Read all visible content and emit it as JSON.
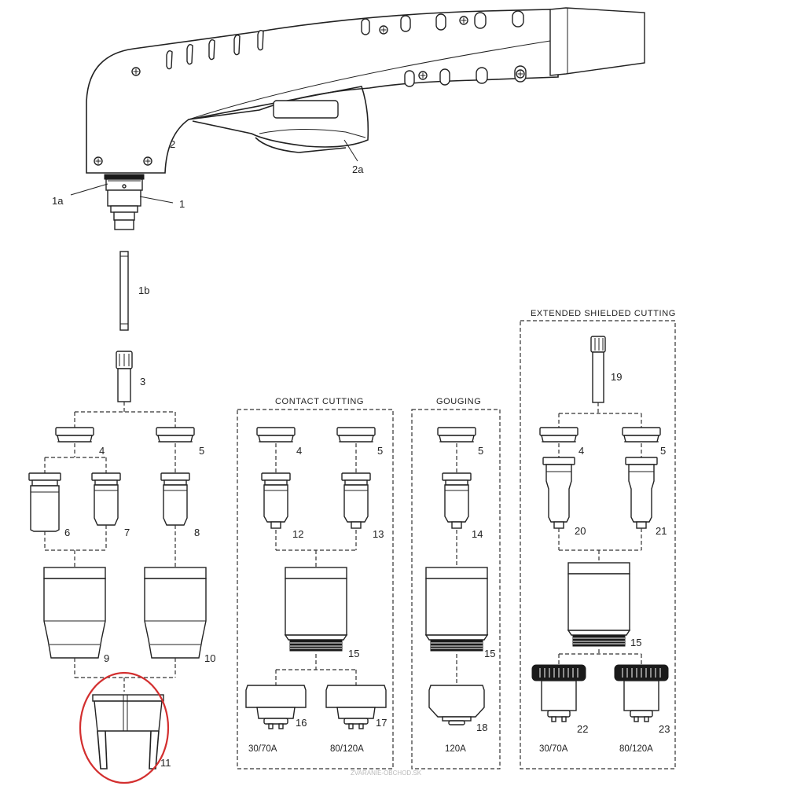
{
  "sections": {
    "contact": "CONTACT CUTTING",
    "gouging": "GOUGING",
    "extended": "EXTENDED SHIELDED CUTTING"
  },
  "labels": {
    "p1": "1",
    "p1a": "1a",
    "p1b": "1b",
    "p2": "2",
    "p2a": "2a",
    "p3": "3",
    "p4": "4",
    "p5": "5",
    "p6": "6",
    "p7": "7",
    "p8": "8",
    "p9": "9",
    "p10": "10",
    "p11": "11",
    "c4": "4",
    "c5": "5",
    "c12": "12",
    "c13": "13",
    "c15": "15",
    "c16": "16",
    "c17": "17",
    "g5": "5",
    "g14": "14",
    "g15": "15",
    "g18": "18",
    "e19": "19",
    "e4": "4",
    "e5": "5",
    "e20": "20",
    "e21": "21",
    "e15": "15",
    "e22": "22",
    "e23": "23"
  },
  "amps": {
    "c16": "30/70A",
    "c17": "80/120A",
    "g18": "120A",
    "e22": "30/70A",
    "e23": "80/120A"
  },
  "watermark": "ZVARANIE-OBCHOD.SK",
  "colors": {
    "highlight": "#d32f2f",
    "line": "#222222"
  }
}
